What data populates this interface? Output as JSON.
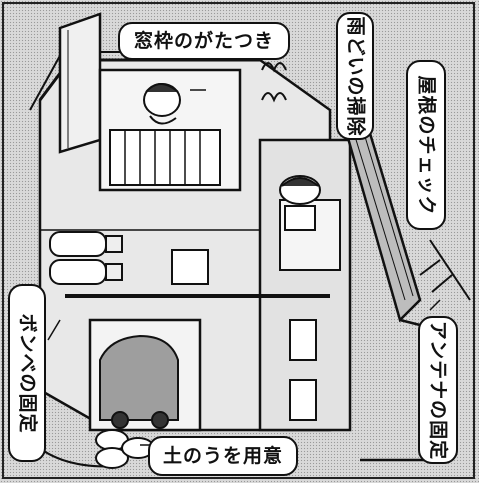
{
  "illustration": {
    "subject": "house-maintenance-checklist",
    "colors": {
      "ink": "#111111",
      "paper": "#ffffff",
      "screen": "#d9d9d9"
    }
  },
  "labels": {
    "window_frame": "窓枠のがたつき",
    "rain_gutter": "雨どいの掃除",
    "roof_check": "屋根のチェック",
    "antenna_fix": "アンテナの固定",
    "gas_cylinder_fix": "ボンベの固定",
    "sandbags": "土のうを用意"
  }
}
